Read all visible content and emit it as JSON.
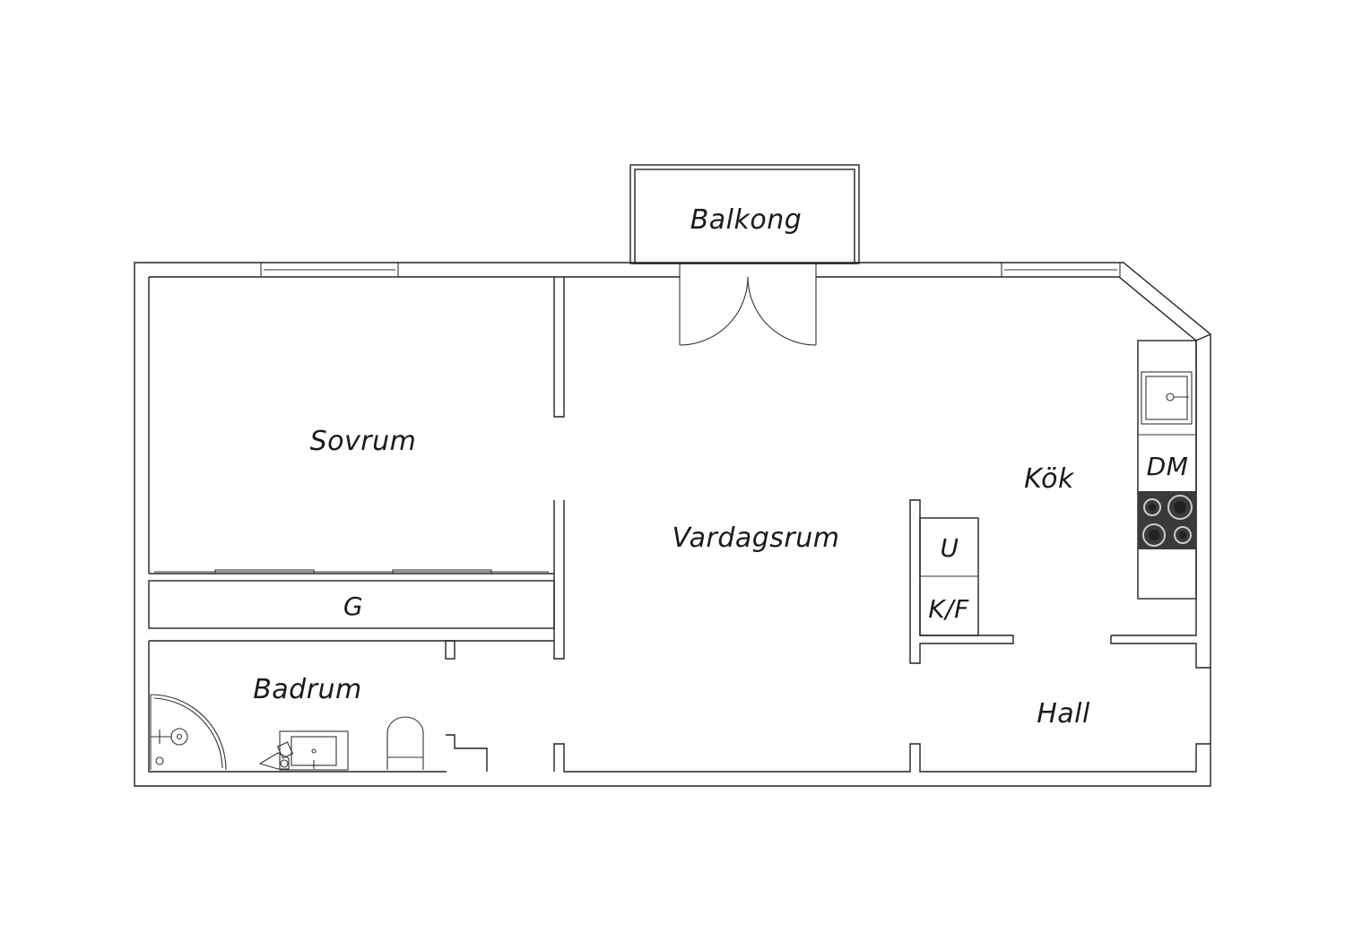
{
  "rooms": {
    "balkong": "Balkong",
    "sovrum": "Sovrum",
    "vardagsrum": "Vardagsrum",
    "kok": "Kök",
    "badrum": "Badrum",
    "hall": "Hall"
  },
  "fixtures": {
    "garderob": "G",
    "diskmaskin": "DM",
    "ugn": "U",
    "kyl_frys": "K/F"
  },
  "colors": {
    "line": "#222222",
    "stove": "#3a3a3a",
    "background": "#ffffff"
  }
}
